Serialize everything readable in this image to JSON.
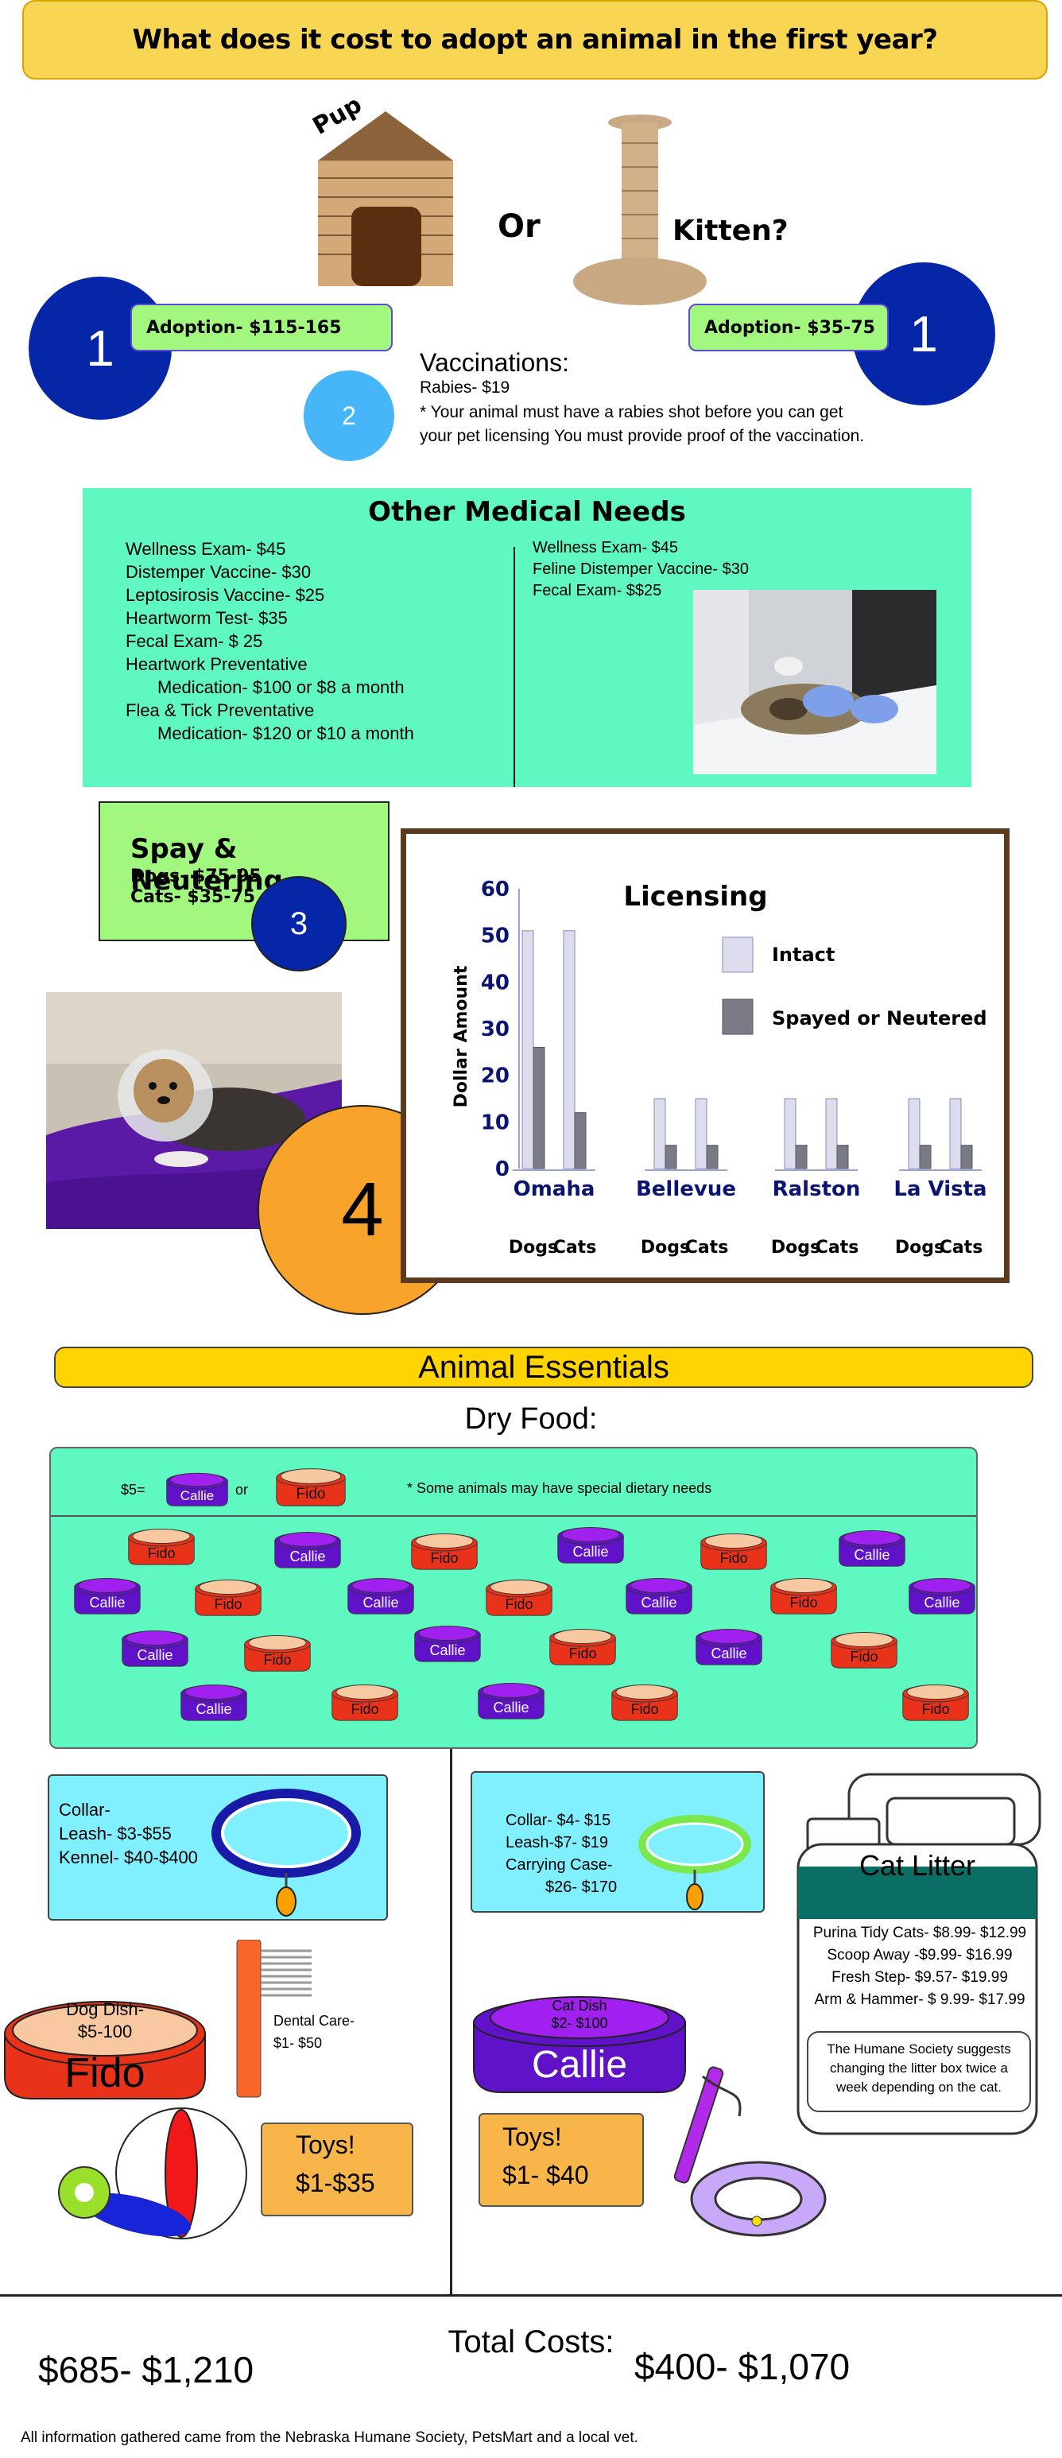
{
  "header": {
    "title": "What does it cost to adopt an animal in the first year?"
  },
  "adoption": {
    "pup_label": "Pup",
    "or_label": "Or",
    "kitten_label": "Kitten?",
    "step1": "1",
    "dog_adoption": "Adoption- $115-165",
    "cat_adoption": "Adoption- $35-75"
  },
  "vaccinations": {
    "step": "2",
    "title": "Vaccinations:",
    "rabies": "Rabies- $19",
    "note": "* Your animal must have a rabies shot before you can get your pet licensing You must provide proof of the vaccination."
  },
  "medical": {
    "title": "Other Medical Needs",
    "dog_items": [
      "Wellness Exam- $45",
      "Distemper Vaccine- $30",
      "Leptosirosis Vaccine- $25",
      "Heartworm Test- $35",
      "Fecal Exam- $ 25",
      "Heartwork Preventative",
      "Medication- $100 or $8 a month",
      "Flea & Tick Preventative",
      "Medication- $120 or $10 a month"
    ],
    "cat_items": [
      "Wellness Exam- $45",
      "Feline Distemper Vaccine- $30",
      "Fecal Exam- $$25"
    ]
  },
  "spay": {
    "title": "Spay & Neutering",
    "dogs": "Dogs- $75-95",
    "cats": "Cats- $35-75",
    "step": "3"
  },
  "licensing": {
    "step": "4",
    "chart_data": {
      "type": "bar",
      "title": "Licensing",
      "ylabel": "Dollar Amount",
      "ylim": [
        0,
        60
      ],
      "yticks": [
        "0",
        "10",
        "20",
        "30",
        "40",
        "50",
        "60"
      ],
      "groups": [
        "Omaha",
        "Bellevue",
        "Ralston",
        "La Vista"
      ],
      "categories": [
        "Dogs",
        "Cats",
        "Dogs",
        "Cats",
        "Dogs",
        "Cats",
        "Dogs",
        "Cats"
      ],
      "series": [
        {
          "name": "Intact",
          "color": "#dcdcec",
          "values": [
            51,
            51,
            15,
            15,
            15,
            15,
            15,
            15
          ]
        },
        {
          "name": "Spayed or Neutered",
          "color": "#7a7a86",
          "values": [
            26,
            12,
            5,
            5,
            5,
            5,
            5,
            5
          ]
        }
      ]
    }
  },
  "essentials": {
    "title": "Animal Essentials",
    "dry_food_title": "Dry Food:",
    "price_prefix": "$5=",
    "or_word": "or",
    "diet_note": "* Some animals may have special dietary needs",
    "callie": "Callie",
    "fido": "Fido"
  },
  "dog_supplies": {
    "collar": "Collar-",
    "leash": "Leash- $3-$55",
    "kennel": "Kennel- $40-$400",
    "dish_line1": "Dog Dish-",
    "dish_line2": "$5-100",
    "bowl_name": "Fido",
    "dental_line1": "Dental Care-",
    "dental_line2": "$1- $50",
    "toys_title": "Toys!",
    "toys_price": "$1-$35"
  },
  "cat_supplies": {
    "collar": "Collar- $4- $15",
    "leash": "Leash-$7- $19",
    "case_line1": "Carrying Case-",
    "case_line2": "$26- $170",
    "dish_line1": "Cat Dish",
    "dish_line2": "$2- $100",
    "bowl_name": "Callie",
    "toys_title": "Toys!",
    "toys_price": "$1- $40"
  },
  "litter": {
    "title": "Cat Litter",
    "items": [
      "Purina Tidy Cats- $8.99- $12.99",
      "Scoop Away -$9.99- $16.99",
      "Fresh Step- $9.57- $19.99",
      "Arm & Hammer- $ 9.99- $17.99"
    ],
    "note": "The Humane Society suggests changing the litter box twice a week depending on the cat."
  },
  "totals": {
    "title": "Total Costs:",
    "dog_total": "$685- $1,210",
    "cat_total": "$400- $1,070"
  },
  "footer": {
    "source": "All information gathered came from the Nebraska Humane Society, PetsMart and a local vet."
  }
}
